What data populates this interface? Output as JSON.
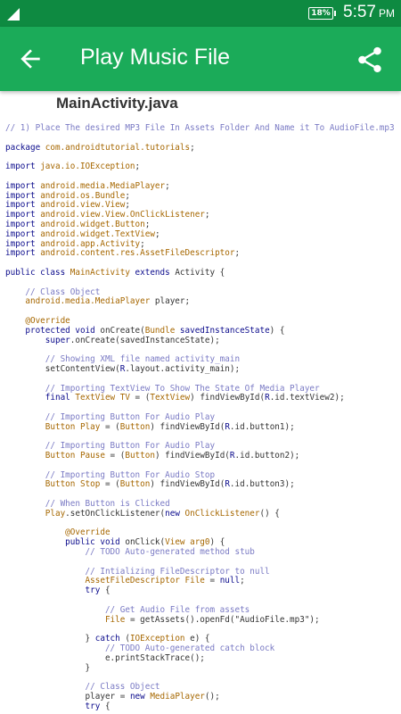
{
  "status": {
    "battery": "18%",
    "time": "5:57",
    "ampm": "PM"
  },
  "appbar": {
    "title": "Play Music File"
  },
  "file_title": "MainActivity.java",
  "code_lines": [
    [
      {
        "t": "c",
        "v": "// 1) Place The desired MP3 File In Assets Folder And Name it To AudioFile.mp3"
      }
    ],
    [],
    [
      {
        "t": "k",
        "v": "package "
      },
      {
        "t": "t",
        "v": "com.androidtutorial.tutorials"
      },
      {
        "t": "s",
        "v": ";"
      }
    ],
    [],
    [
      {
        "t": "k",
        "v": "import "
      },
      {
        "t": "t",
        "v": "java.io.IOException"
      },
      {
        "t": "s",
        "v": ";"
      }
    ],
    [],
    [
      {
        "t": "k",
        "v": "import "
      },
      {
        "t": "t",
        "v": "android.media.MediaPlayer"
      },
      {
        "t": "s",
        "v": ";"
      }
    ],
    [
      {
        "t": "k",
        "v": "import "
      },
      {
        "t": "t",
        "v": "android.os.Bundle"
      },
      {
        "t": "s",
        "v": ";"
      }
    ],
    [
      {
        "t": "k",
        "v": "import "
      },
      {
        "t": "t",
        "v": "android.view.View"
      },
      {
        "t": "s",
        "v": ";"
      }
    ],
    [
      {
        "t": "k",
        "v": "import "
      },
      {
        "t": "t",
        "v": "android.view.View.OnClickListener"
      },
      {
        "t": "s",
        "v": ";"
      }
    ],
    [
      {
        "t": "k",
        "v": "import "
      },
      {
        "t": "t",
        "v": "android.widget.Button"
      },
      {
        "t": "s",
        "v": ";"
      }
    ],
    [
      {
        "t": "k",
        "v": "import "
      },
      {
        "t": "t",
        "v": "android.widget.TextView"
      },
      {
        "t": "s",
        "v": ";"
      }
    ],
    [
      {
        "t": "k",
        "v": "import "
      },
      {
        "t": "t",
        "v": "android.app.Activity"
      },
      {
        "t": "s",
        "v": ";"
      }
    ],
    [
      {
        "t": "k",
        "v": "import "
      },
      {
        "t": "t",
        "v": "android.content.res.AssetFileDescriptor"
      },
      {
        "t": "s",
        "v": ";"
      }
    ],
    [],
    [
      {
        "t": "k",
        "v": "public class "
      },
      {
        "t": "t",
        "v": "MainActivity "
      },
      {
        "t": "k",
        "v": "extends "
      },
      {
        "t": "s",
        "v": "Activity {"
      }
    ],
    [],
    [
      {
        "t": "c",
        "v": "    // Class Object"
      }
    ],
    [
      {
        "t": "t",
        "v": "    android.media.MediaPlayer "
      },
      {
        "t": "s",
        "v": "player;"
      }
    ],
    [],
    [
      {
        "t": "a",
        "v": "    @Override"
      }
    ],
    [
      {
        "t": "k",
        "v": "    protected void "
      },
      {
        "t": "s",
        "v": "onCreate("
      },
      {
        "t": "t",
        "v": "Bundle "
      },
      {
        "t": "k",
        "v": "savedInstanceState"
      },
      {
        "t": "s",
        "v": ") {"
      }
    ],
    [
      {
        "t": "k",
        "v": "        super"
      },
      {
        "t": "s",
        "v": ".onCreate(savedInstanceState);"
      }
    ],
    [],
    [
      {
        "t": "c",
        "v": "        // Showing XML file named activity_main"
      }
    ],
    [
      {
        "t": "s",
        "v": "        setContentView("
      },
      {
        "t": "k",
        "v": "R"
      },
      {
        "t": "s",
        "v": ".layout.activity_main);"
      }
    ],
    [],
    [
      {
        "t": "c",
        "v": "        // Importing TextView To Show The State Of Media Player"
      }
    ],
    [
      {
        "t": "k",
        "v": "        final "
      },
      {
        "t": "t",
        "v": "TextView TV "
      },
      {
        "t": "s",
        "v": "= ("
      },
      {
        "t": "t",
        "v": "TextView"
      },
      {
        "t": "s",
        "v": ") findViewById("
      },
      {
        "t": "k",
        "v": "R"
      },
      {
        "t": "s",
        "v": ".id.textView2);"
      }
    ],
    [],
    [
      {
        "t": "c",
        "v": "        // Importing Button For Audio Play"
      }
    ],
    [
      {
        "t": "t",
        "v": "        Button Play "
      },
      {
        "t": "s",
        "v": "= ("
      },
      {
        "t": "t",
        "v": "Button"
      },
      {
        "t": "s",
        "v": ") findViewById("
      },
      {
        "t": "k",
        "v": "R"
      },
      {
        "t": "s",
        "v": ".id.button1);"
      }
    ],
    [],
    [
      {
        "t": "c",
        "v": "        // Importing Button For Audio Play"
      }
    ],
    [
      {
        "t": "t",
        "v": "        Button Pause "
      },
      {
        "t": "s",
        "v": "= ("
      },
      {
        "t": "t",
        "v": "Button"
      },
      {
        "t": "s",
        "v": ") findViewById("
      },
      {
        "t": "k",
        "v": "R"
      },
      {
        "t": "s",
        "v": ".id.button2);"
      }
    ],
    [],
    [
      {
        "t": "c",
        "v": "        // Importing Button For Audio Stop"
      }
    ],
    [
      {
        "t": "t",
        "v": "        Button Stop "
      },
      {
        "t": "s",
        "v": "= ("
      },
      {
        "t": "t",
        "v": "Button"
      },
      {
        "t": "s",
        "v": ") findViewById("
      },
      {
        "t": "k",
        "v": "R"
      },
      {
        "t": "s",
        "v": ".id.button3);"
      }
    ],
    [],
    [
      {
        "t": "c",
        "v": "        // When Button is Clicked"
      }
    ],
    [
      {
        "t": "t",
        "v": "        Play"
      },
      {
        "t": "s",
        "v": ".setOnClickListener("
      },
      {
        "t": "k",
        "v": "new "
      },
      {
        "t": "t",
        "v": "OnClickListener"
      },
      {
        "t": "s",
        "v": "() {"
      }
    ],
    [],
    [
      {
        "t": "a",
        "v": "            @Override"
      }
    ],
    [
      {
        "t": "k",
        "v": "            public void "
      },
      {
        "t": "s",
        "v": "onClick("
      },
      {
        "t": "t",
        "v": "View arg0"
      },
      {
        "t": "s",
        "v": ") {"
      }
    ],
    [
      {
        "t": "c",
        "v": "                // TODO Auto-generated method stub"
      }
    ],
    [],
    [
      {
        "t": "c",
        "v": "                // Intializing FileDescriptor to null"
      }
    ],
    [
      {
        "t": "t",
        "v": "                AssetFileDescriptor File "
      },
      {
        "t": "s",
        "v": "= "
      },
      {
        "t": "k",
        "v": "null"
      },
      {
        "t": "s",
        "v": ";"
      }
    ],
    [
      {
        "t": "k",
        "v": "                try "
      },
      {
        "t": "s",
        "v": "{"
      }
    ],
    [],
    [
      {
        "t": "c",
        "v": "                    // Get Audio File from assets"
      }
    ],
    [
      {
        "t": "t",
        "v": "                    File "
      },
      {
        "t": "s",
        "v": "= getAssets().openFd(\"AudioFile.mp3\");"
      }
    ],
    [],
    [
      {
        "t": "s",
        "v": "                } "
      },
      {
        "t": "k",
        "v": "catch "
      },
      {
        "t": "s",
        "v": "("
      },
      {
        "t": "t",
        "v": "IOException"
      },
      {
        "t": "s",
        "v": " e) {"
      }
    ],
    [
      {
        "t": "c",
        "v": "                    // TODO Auto-generated catch block"
      }
    ],
    [
      {
        "t": "s",
        "v": "                    e.printStackTrace();"
      }
    ],
    [
      {
        "t": "s",
        "v": "                }"
      }
    ],
    [],
    [
      {
        "t": "c",
        "v": "                // Class Object"
      }
    ],
    [
      {
        "t": "s",
        "v": "                player = "
      },
      {
        "t": "k",
        "v": "new "
      },
      {
        "t": "t",
        "v": "MediaPlayer"
      },
      {
        "t": "s",
        "v": "();"
      }
    ],
    [
      {
        "t": "k",
        "v": "                try "
      },
      {
        "t": "s",
        "v": "{"
      }
    ]
  ]
}
